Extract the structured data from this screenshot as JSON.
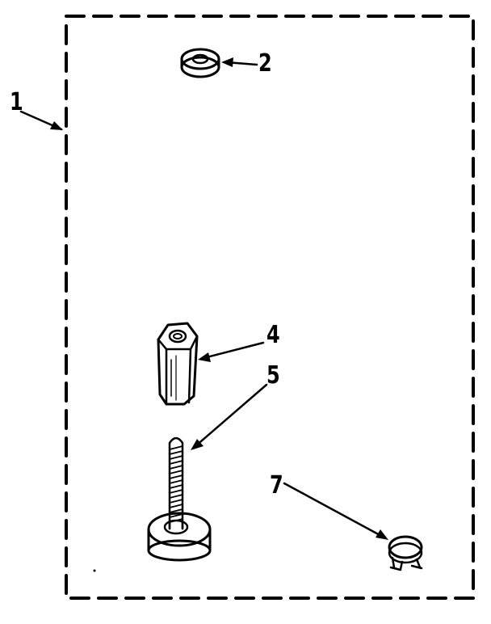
{
  "diagram": {
    "callouts": {
      "kit": "1",
      "washer": "2",
      "hex_spacer": "4",
      "stud_bolt": "5",
      "hose_clamp": "7"
    },
    "colors": {
      "line": "#000000",
      "background": "#ffffff"
    }
  }
}
